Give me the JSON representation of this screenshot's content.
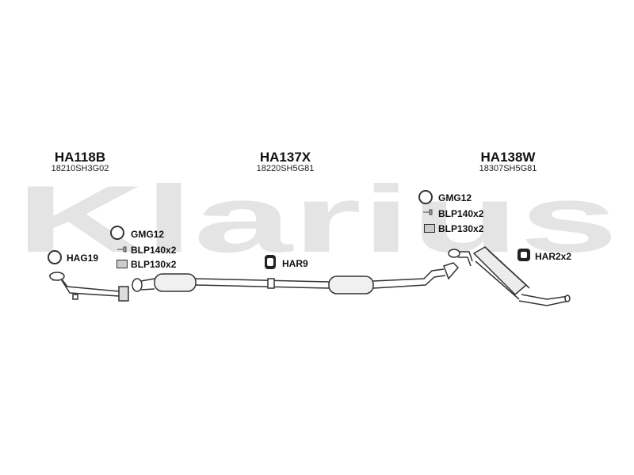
{
  "watermark": "Klarius",
  "sections": [
    {
      "part": "HA118B",
      "oem": "18210SH3G02"
    },
    {
      "part": "HA137X",
      "oem": "18220SH5G81"
    },
    {
      "part": "HA138W",
      "oem": "18307SH5G81"
    }
  ],
  "labels": {
    "hag19": "HAG19",
    "gmg12_left": "GMG12",
    "blp140_left": "BLP140x2",
    "blp130_left": "BLP130x2",
    "har9": "HAR9",
    "gmg12_right": "GMG12",
    "blp140_right": "BLP140x2",
    "blp130_right": "BLP130x2",
    "har2x2": "HAR2x2"
  }
}
